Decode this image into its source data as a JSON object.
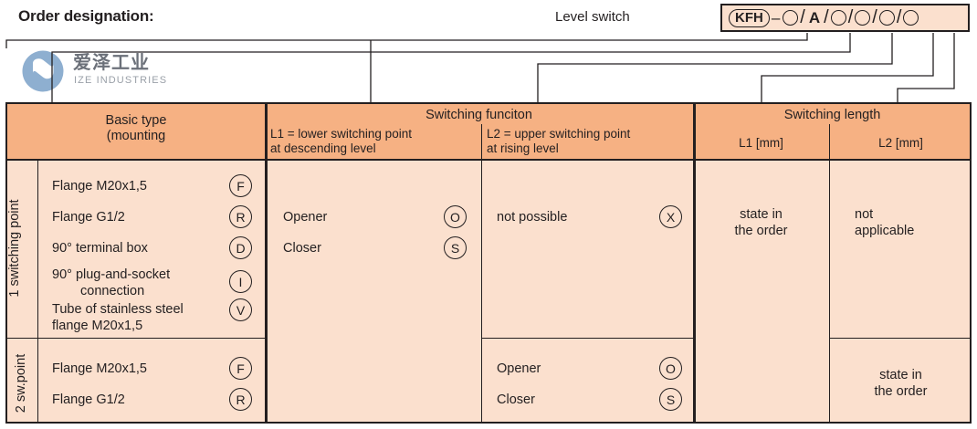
{
  "page": {
    "title": "Order designation:",
    "level_switch_label": "Level switch"
  },
  "logo": {
    "cn_name": "爱泽工业",
    "en_name": "IZE INDUSTRIES",
    "mark_color": "#8EAFD0"
  },
  "order_code": {
    "prefix": "KFH",
    "dash": "–",
    "fixed_letter": "A",
    "slash": "/",
    "placeholder_count": 5,
    "segments": [
      "KFH",
      "–",
      "○",
      "/",
      "A",
      "/",
      "○",
      "/",
      "○",
      "/",
      "○",
      "/",
      "○"
    ]
  },
  "table": {
    "headers": {
      "basic_type": "Basic type\n(mounting",
      "basic_type_line1": "Basic type",
      "basic_type_line2": "(mounting",
      "switching_function": "Switching funciton",
      "switching_length": "Switching length",
      "l1_sub_line1": "L1 = lower switching point",
      "l1_sub_line2": "at descending level",
      "l2_sub_line1": "L2 = upper switching point",
      "l2_sub_line2": "at rising level",
      "l1_mm": "L1 [mm]",
      "l2_mm": "L2 [mm]"
    },
    "row_groups": [
      {
        "label": "1 switching point",
        "mountings": [
          {
            "name_line1": "Flange M20x1,5",
            "name_line2": "",
            "code": "F"
          },
          {
            "name_line1": "Flange G1/2",
            "name_line2": "",
            "code": "R"
          },
          {
            "name_line1": "90° terminal box",
            "name_line2": "",
            "code": "D"
          },
          {
            "name_line1": "90° plug-and-socket",
            "name_line2": "connection",
            "code": "I"
          },
          {
            "name_line1": "Tube of stainless steel",
            "name_line2": "flange M20x1,5",
            "code": "V"
          }
        ],
        "l1_options": [
          {
            "label": "Opener",
            "code": "O"
          },
          {
            "label": "Closer",
            "code": "S"
          }
        ],
        "l2_options": [
          {
            "label": "not possible",
            "code": "X"
          }
        ],
        "l1_mm_line1": "state in",
        "l1_mm_line2": "the order",
        "l2_mm_line1": "not",
        "l2_mm_line2": "applicable"
      },
      {
        "label": "2 sw.point",
        "mountings": [
          {
            "name_line1": "Flange M20x1,5",
            "name_line2": "",
            "code": "F"
          },
          {
            "name_line1": "Flange G1/2",
            "name_line2": "",
            "code": "R"
          }
        ],
        "l1_options": [],
        "l2_options": [
          {
            "label": "Opener",
            "code": "O"
          },
          {
            "label": "Closer",
            "code": "S"
          }
        ],
        "l1_mm_line1": "",
        "l1_mm_line2": "",
        "l2_mm_line1": "state in",
        "l2_mm_line2": "the order"
      }
    ]
  },
  "colors": {
    "header_fill": "#F6B183",
    "body_fill": "#FBE0CE",
    "line": "#231f20",
    "logo_blue": "#8EAFD0"
  }
}
